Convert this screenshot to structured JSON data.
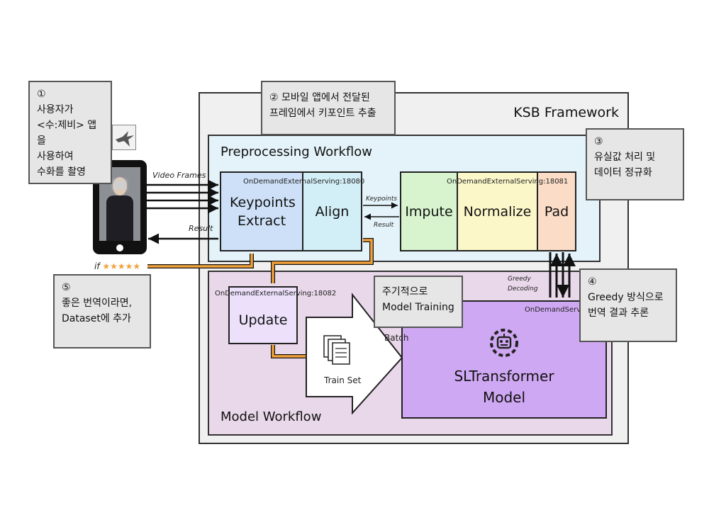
{
  "framework_title": "KSB Framework",
  "preprocessing": {
    "title": "Preprocessing Workflow",
    "serving_a": "OnDemandExternalServing:18080",
    "serving_b": "OnDemandExternalServing:18081",
    "keypoints_extract": "Keypoints Extract",
    "align": "Align",
    "impute": "Impute",
    "normalize": "Normalize",
    "pad": "Pad"
  },
  "model": {
    "title": "Model Workflow",
    "serving_update": "OnDemandExternalServing:18082",
    "update": "Update",
    "train_set": "Train Set",
    "batch": "Batch",
    "serving_model": "OnDemandServing",
    "model_name_line1": "SLTransformer",
    "model_name_line2": "Model"
  },
  "flow_labels": {
    "video_frames": "Video Frames",
    "result_left": "Result",
    "keypoints": "Keypoints",
    "result_mid": "Result",
    "greedy_decoding": "Greedy Decoding",
    "if_stars": "if",
    "stars": "★★★★★"
  },
  "notes": {
    "n1": [
      "①",
      "사용자가",
      "<수:제비> 앱을",
      "사용하여",
      "수화를 촬영"
    ],
    "n2": [
      "② 모바일 앱에서 전달된",
      "프레임에서 키포인트 추출"
    ],
    "n3": [
      "③",
      "유실값 처리 및",
      "데이터 정규화"
    ],
    "n4": [
      "④",
      "Greedy 방식으로",
      "번역 결과 추론"
    ],
    "n5": [
      "⑤",
      "좋은 번역이라면,",
      "Dataset에 추가"
    ],
    "periodic": [
      "주기적으로",
      "Model Training"
    ]
  },
  "colors": {
    "keypoints_box": "#cde0f7",
    "align_box": "#d2eef7",
    "impute_box": "#d7f4cf",
    "normalize_box": "#fbf7c9",
    "pad_box": "#fadcc7",
    "update_box": "#ece0fb",
    "model_box": "#cfa8f3",
    "orange_arrow": "#f2a23a"
  }
}
